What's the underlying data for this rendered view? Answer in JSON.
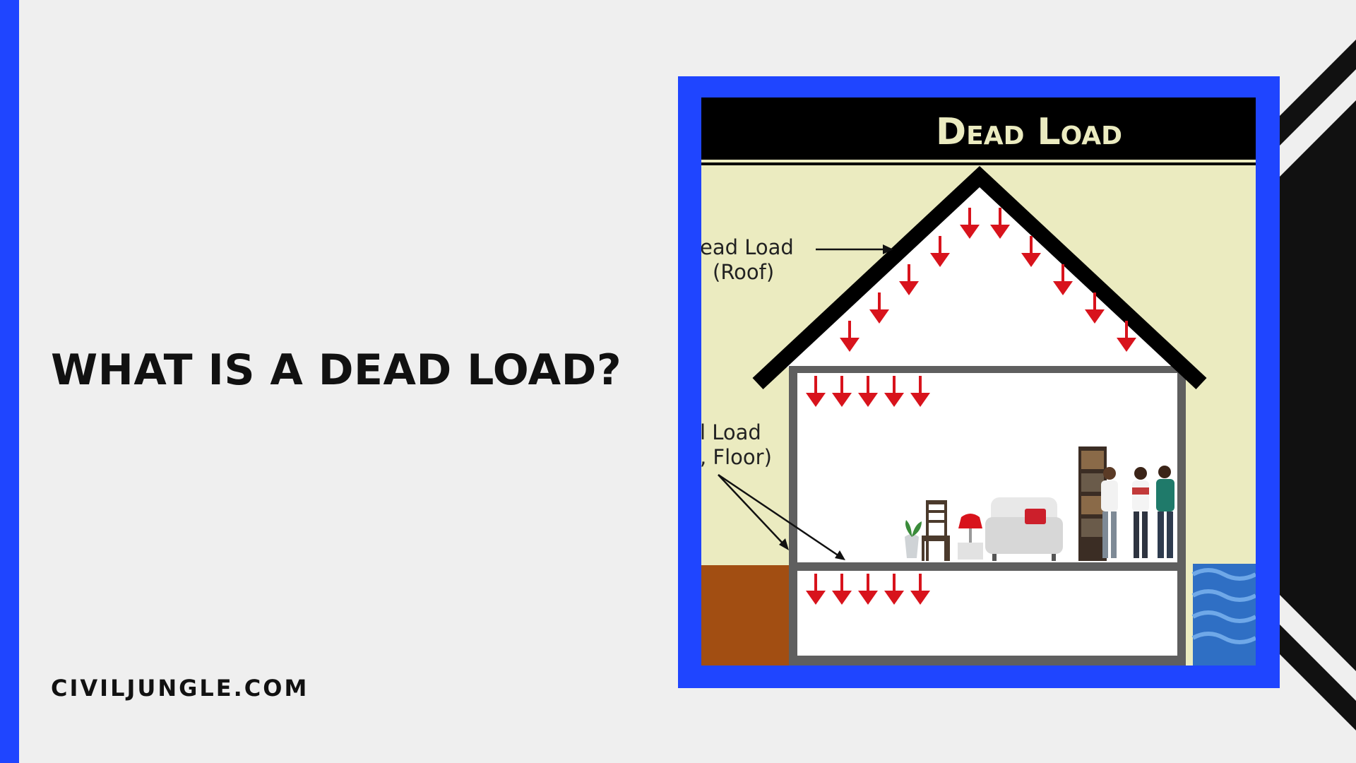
{
  "page": {
    "title": "WHAT IS A DEAD LOAD?",
    "site": "CIVILJUNGLE.COM"
  },
  "illustration": {
    "heading_word1": "Dead",
    "heading_word2": "Load",
    "label_roof_line1": "ead Load",
    "label_roof_line2": "(Roof)",
    "label_floor_line1": "l Load",
    "label_floor_line2": ", Floor)"
  },
  "colors": {
    "accent_blue": "#1f45ff",
    "arrow_red": "#d8131c",
    "wall_cream": "#ebebc0",
    "ground_brown": "#a24e12",
    "water_blue": "#2f6fc4",
    "heading_text": "#ebebc0"
  },
  "icons": [
    "down-arrow-icon",
    "plant-icon",
    "chair-icon",
    "lamp-icon",
    "sofa-icon",
    "bookshelf-icon",
    "person-icon",
    "water-icon"
  ]
}
